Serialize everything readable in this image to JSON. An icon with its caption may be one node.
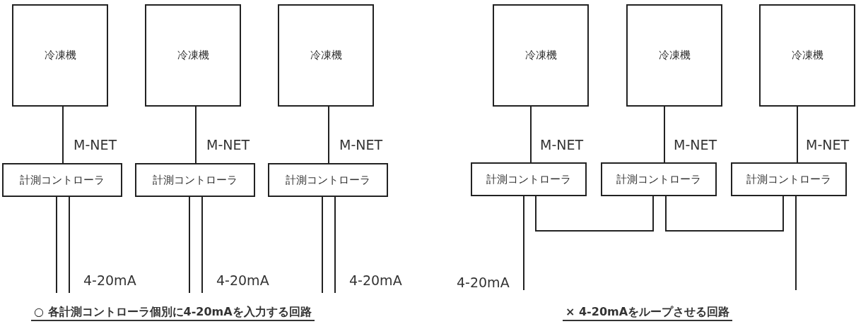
{
  "diagram": {
    "nodes": [
      {
        "text": [
          "冷凍機"
        ]
      },
      {
        "text": [
          "冷凍機"
        ]
      },
      {
        "text": [
          "冷凍機"
        ]
      },
      {
        "text": [
          "計測コントローラ"
        ]
      },
      {
        "text": [
          "計測コントローラ"
        ]
      },
      {
        "text": [
          "計測コントローラ"
        ]
      },
      {
        "text": [
          "冷凍機"
        ]
      },
      {
        "text": [
          "冷凍機"
        ]
      },
      {
        "text": [
          "冷凍機"
        ]
      },
      {
        "text": [
          "計測コントローラ"
        ]
      },
      {
        "text": [
          "計測コントローラ"
        ]
      },
      {
        "text": [
          "計測コントローラ"
        ]
      }
    ],
    "edges": [
      {
        "from": 0,
        "to": 3,
        "arrow": "none",
        "label": "M-NET"
      },
      {
        "from": 1,
        "to": 4,
        "arrow": "none",
        "label": "M-NET"
      },
      {
        "from": 2,
        "to": 5,
        "arrow": "none",
        "label": "M-NET"
      },
      {
        "from": 3,
        "to": null,
        "arrow": "none"
      },
      {
        "from": 3,
        "to": null,
        "arrow": "none"
      },
      {
        "from": 4,
        "to": null,
        "arrow": "none"
      },
      {
        "from": 4,
        "to": null,
        "arrow": "none"
      },
      {
        "from": 5,
        "to": null,
        "arrow": "none"
      },
      {
        "from": 5,
        "to": null,
        "arrow": "none"
      },
      {
        "from": 6,
        "to": 9,
        "arrow": "none",
        "label": "M-NET"
      },
      {
        "from": 7,
        "to": 10,
        "arrow": "none",
        "label": "M-NET"
      },
      {
        "from": 8,
        "to": 11,
        "arrow": "none",
        "label": "M-NET"
      },
      {
        "from": 9,
        "to": null,
        "arrow": "none"
      },
      {
        "from": 9,
        "to": 10,
        "arrow": "none"
      },
      {
        "from": 10,
        "to": 11,
        "arrow": "none"
      },
      {
        "from": 11,
        "to": null,
        "arrow": "none"
      }
    ],
    "labels": [
      "4-20mA",
      "4-20mA",
      "4-20mA",
      "4-20mA",
      "○ 各計測コントローラ個別に4-20mAを入力する回路",
      "× 4-20mAをループさせる回路"
    ]
  }
}
